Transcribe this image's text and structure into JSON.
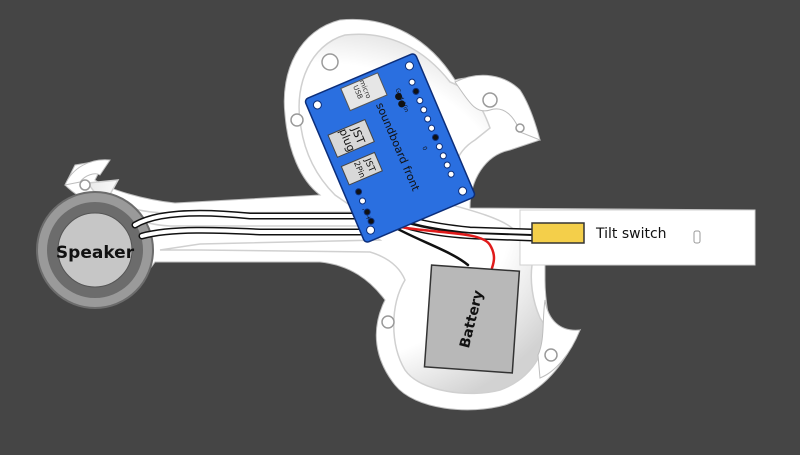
{
  "colors": {
    "background": "#454545",
    "housing": "#ffffff",
    "housing_shade": "#cfcfcf",
    "board": "#2a6fe0",
    "wire_red": "#e01b1b",
    "wire_black": "#111111",
    "tilt_switch": "#f4cf4a",
    "battery": "#b8b8b8"
  },
  "labels": {
    "speaker": "Speaker",
    "battery": "Battery",
    "tilt_switch": "Tilt switch",
    "board": "soundboard front",
    "jst_plug_1": "JST",
    "jst_plug_2": "plug",
    "jst_2pin_1": "JST",
    "jst_2pin_2": "2Pin",
    "usb_1": "micro",
    "usb_2": "USB",
    "pin_gnd": "Gnd",
    "pin_vin": "Vin",
    "pin_0": "0",
    "pin_minus": "-",
    "pin_plus": "+"
  }
}
